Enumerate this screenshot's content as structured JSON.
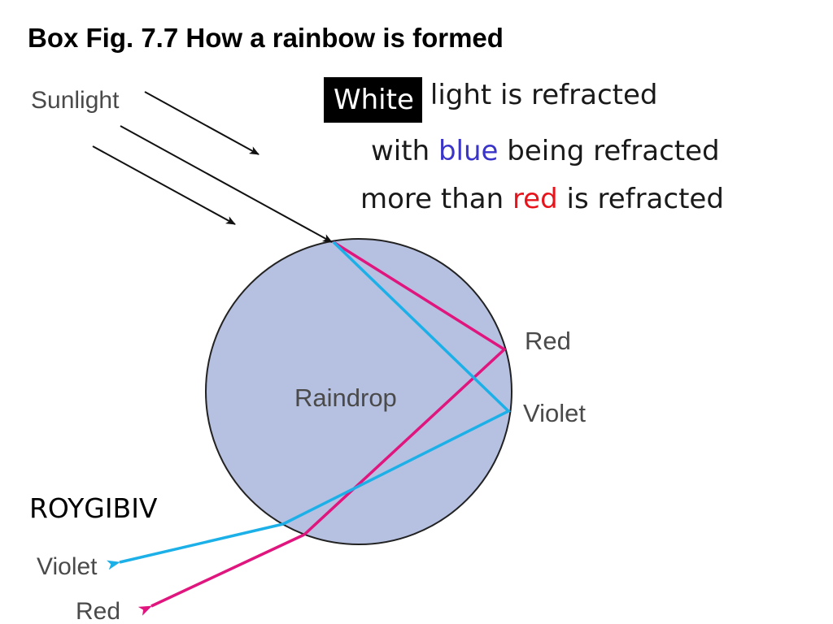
{
  "title": "Box Fig. 7.7  How a rainbow is formed",
  "caption": {
    "white_word": "White",
    "line1_rest": "light is refracted",
    "line2_pre": "with ",
    "line2_blue": "blue",
    "line2_post": " being refracted",
    "line3_pre": "more than ",
    "line3_red": "red",
    "line3_post": " is refracted"
  },
  "diagram": {
    "sunlight_label": "Sunlight",
    "raindrop_label": "Raindrop",
    "exit_red_label": "Red",
    "exit_violet_label": "Violet",
    "out_violet_label": "Violet",
    "out_red_label": "Red"
  },
  "mnemonic": "ROYGIBIV",
  "colors": {
    "raindrop_fill": "#b6c0e0",
    "red_ray": "#e0157e",
    "violet_ray": "#1cb0e8",
    "sunlight_ray": "#111111",
    "blue_text": "#3a35c8",
    "red_text": "#e8141b"
  }
}
